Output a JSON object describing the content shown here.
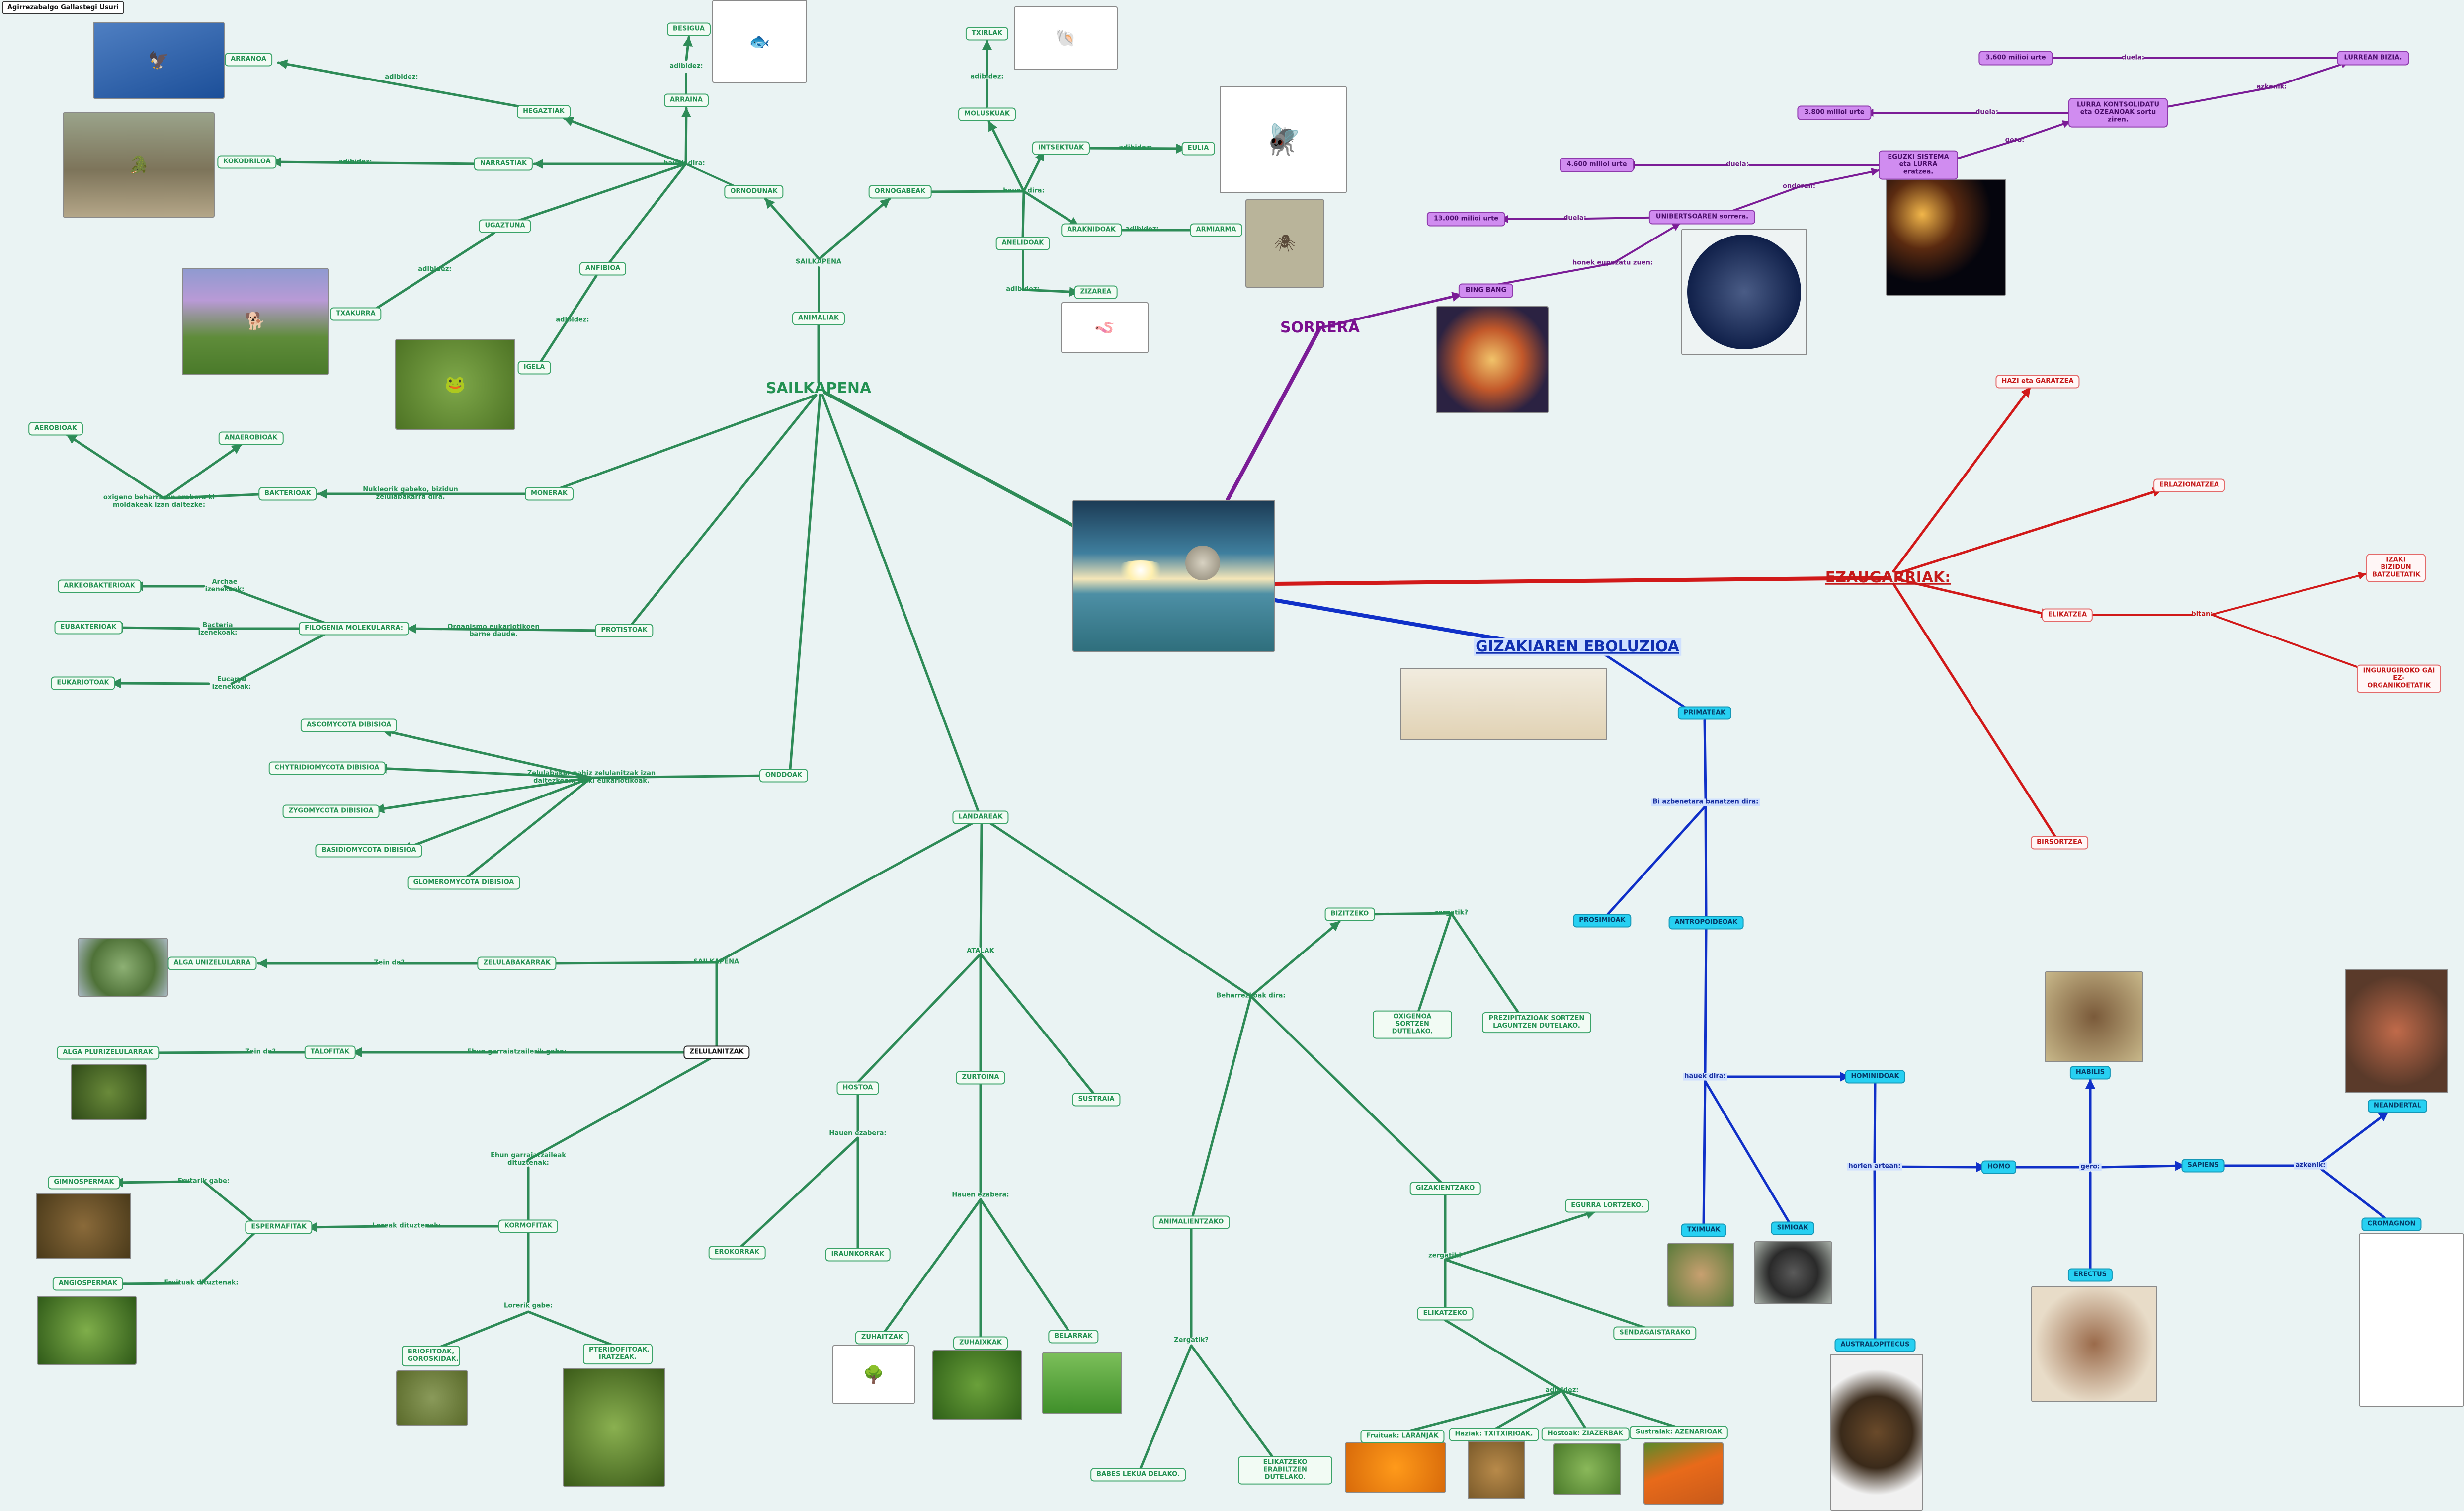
{
  "title": "Agirrezabalgo Gallastegi Usuri",
  "colors": {
    "green": "#2e8b57",
    "purple": "#7b1c96",
    "red": "#d11919",
    "blue": "#1030c8",
    "cyan": "#27d0f2"
  },
  "center": {
    "image": "landscape-picture"
  },
  "sailkapena": {
    "title": "SAILKAPENA",
    "animaliak": {
      "label": "ANIMALIAK",
      "connector": "SAILKAPENA",
      "ornodunak": {
        "label": "ORNODUNAK",
        "connector": "hauek dira:",
        "hegaztiak": {
          "label": "HEGAZTIAK",
          "connector": "adibidez:",
          "example": "ARRANOA"
        },
        "narrastiak": {
          "label": "NARRASTIAK",
          "connector": "adibidez:",
          "example": "KOKODRILOA"
        },
        "ugaztuna": {
          "label": "UGAZTUNA",
          "connector": "adibidez:",
          "example": "TXAKURRA"
        },
        "anfibioa": {
          "label": "ANFIBIOA",
          "connector": "adibidez:",
          "example": "IGELA"
        },
        "arraina": {
          "label": "ARRAINA",
          "connector": "adibidez:",
          "example": "BESIGUA"
        }
      },
      "ornogabeak": {
        "label": "ORNOGABEAK",
        "connector": "hauek dira:",
        "moluskuak": {
          "label": "MOLUSKUAK",
          "connector": "adibidez:",
          "example": "TXIRLAK"
        },
        "intsektuak": {
          "label": "INTSEKTUAK",
          "connector": "adibidez:",
          "example": "EULIA"
        },
        "araknidoak": {
          "label": "ARAKNIDOAK",
          "connector": "adibidez:",
          "example": "ARMIARMA"
        },
        "anelidoak": {
          "label": "ANELIDOAK",
          "connector": "adibidez:",
          "example": "ZIZAREA"
        }
      }
    },
    "monerak": {
      "label": "MONERAK",
      "connector": "Nukleorik gabeko, bizidun zelulabakarra dira.",
      "bakterioak": {
        "label": "BAKTERIOAK",
        "connector": "oxigeno beharraren arabera ki moldakeak izan daitezke:",
        "aerobioak": "AEROBIOAK",
        "anaerobioak": "ANAEROBIOAK"
      }
    },
    "protistak": {
      "label": "PROTISTOAK",
      "connector": "Organismo eukariotikoen barne daude.",
      "filogenia": {
        "label": "FILOGENIA MOLEKULARRA:",
        "archae": {
          "connector": "Archae izenekoak:",
          "label": "ARKEOBAKTERIOAK"
        },
        "bacteria": {
          "connector": "Bacteria izenekoak:",
          "label": "EUBAKTERIOAK"
        },
        "eucarya": {
          "connector": "Eucarya izenekoak:",
          "label": "EUKARIOTOAK"
        }
      }
    },
    "onddoak": {
      "label": "ONDDOAK",
      "connector": "Zelulabakar nahiz zelulanitzak izan daitezkeen, izaki eukariotikoak.",
      "items": [
        "ASCOMYCOTA DIBISIOA",
        "CHYTRIDIOMYCOTA DIBISIOA",
        "ZYGOMYCOTA DIBISIOA",
        "BASIDIOMYCOTA DIBISIOA",
        "GLOMEROMYCOTA DIBISIOA"
      ]
    },
    "landareak": {
      "label": "LANDAREAK",
      "zelulanitzak": {
        "label": "ZELULANITZAK",
        "connector_sailkapena": "SAILKAPENA",
        "zelulabakarrak": {
          "label": "ZELULABAKARRAK",
          "connector": "Zein da?",
          "example": "ALGA UNIZELULARRA"
        },
        "talofitak": {
          "label": "TALOFITAK",
          "connector_parent": "Ehun garraiatzailerik gabe:",
          "connector": "Zein da?",
          "example": "ALGA PLURIZELULARRAK"
        },
        "kormofitak": {
          "label": "KORMOFITAK",
          "connector_parent": "Ehun garraiatzaileak dituztenak:",
          "lorea_connector": "Loreak dituztenak:",
          "espermafitak": {
            "label": "ESPERMAFITAK",
            "gimnospermak": {
              "connector": "Frutarik gabe:",
              "label": "GIMNOSPERMAK"
            },
            "angiospermak": {
              "connector": "Fruituak dituztenak:",
              "label": "ANGIOSPERMAK"
            }
          },
          "lorerik_gabe": {
            "connector": "Lorerik gabe:",
            "briofitoak": "BRIOFITOAK, GOROSKIDAK.",
            "pteridofitoak": "PTERIDOFITOAK, IRATZEAK."
          }
        }
      },
      "atalak": {
        "label": "ATALAK",
        "hostoa": {
          "label": "HOSTOA",
          "connector": "Hauen ezabera:",
          "items": [
            "EROKORRAK",
            "IRAUNKORRAK"
          ]
        },
        "zurtoina": {
          "label": "ZURTOINA",
          "connector": "Hauen ezabera:",
          "items": [
            "ZUHAITZAK",
            "ZUHAIXKAK",
            "BELARRAK"
          ]
        },
        "sustraia": {
          "label": "SUSTRAIA"
        }
      },
      "beharrezkoak": {
        "connector": "Beharrezkoak dira:",
        "bizitzeko": {
          "label": "BIZITZEKO",
          "connector": "zergatik?",
          "items": [
            "OXIGENOA SORTZEN DUTELAKO.",
            "PREZIPITAZIOAK SORTZEN LAGUNTZEN DUTELAKO."
          ]
        },
        "animalientzako": {
          "label": "ANIMALIENTZAKO",
          "connector": "Zergatik?",
          "items": [
            "BABES LEKUA DELAKO.",
            "ELIKATZEKO ERABILTZEN DUTELAKO."
          ]
        },
        "gizakientzako": {
          "label": "GIZAKIENTZAKO",
          "connector": "zergatik?",
          "items": [
            "EGURRA LORTZEKO.",
            "SENDAGAISTARAKO"
          ],
          "elikatzeko": {
            "label": "ELIKATZEKO",
            "connector": "adibidez:",
            "items": [
              "Fruituak: LARANJAK",
              "Haziak: TXITXIRIOAK.",
              "Hostoak: ZIAZERBAK",
              "Sustraiak: AZENARIOAK"
            ]
          }
        }
      }
    }
  },
  "sorrera": {
    "title": "SORRERA",
    "big_bang": {
      "label": "BING BANG",
      "connector": "honek eupezatu zuen:"
    },
    "unibertsoa": {
      "label": "UNIBERTSOAREN sorrera.",
      "connector": "duela:",
      "years": "13.000 milioi urte"
    },
    "eguzki": {
      "connector": "ondoren:",
      "label": "EGUZKI SISTEMA eta LURRA eratzea.",
      "connector2": "duela:",
      "years": "4.600 milioi urte"
    },
    "lurra": {
      "connector": "gero:",
      "label": "LURRA KONTSOLIDATU eta OZEANOAK sortu ziren.",
      "connector2": "duela:",
      "years": "3.800 milioi urte"
    },
    "bizia": {
      "connector": "azkenik:",
      "label": "LURREAN BIZIA.",
      "connector2": "duela:",
      "years": "3.600 milioi urte"
    }
  },
  "ezaugarriak": {
    "title": "EZAUGARRIAK:",
    "items": [
      "HAZI eta GARATZEA",
      "ERLAZIONATZEA",
      "ELIKATZEA",
      "BIRSORTZEA"
    ],
    "elikatzea_connector": "bitan:",
    "elikatzea_items": [
      "IZAKI BIZIDUN BATZUETATIK",
      "INGURUGIROKO GAI EZ-ORGANIKOETATIK"
    ]
  },
  "gizakia": {
    "title": "GIZAKIAREN EBOLUZIOA",
    "primateak": "PRIMATEAK",
    "connector": "Bi azbenetara banatzen dira:",
    "prosimioak": "PROSIMIOAK",
    "antropoideoak": "ANTROPOIDEOAK",
    "hauek_dira": "hauek dira:",
    "tximuak": "TXIMUAK",
    "gorila": "SIMIOAK",
    "hominidoak": "HOMINIDOAK",
    "horien_artean": "horien artean:",
    "australopitecus": "AUSTRALOPITECUS",
    "homo": "HOMO",
    "gero": "gero:",
    "habilis": "HABILIS",
    "erectus": "ERECTUS",
    "sapiens": "SAPIENS",
    "azkenik": "azkenik:",
    "neandertal": "NEANDERTAL",
    "cromagnon": "CROMAGNON"
  }
}
